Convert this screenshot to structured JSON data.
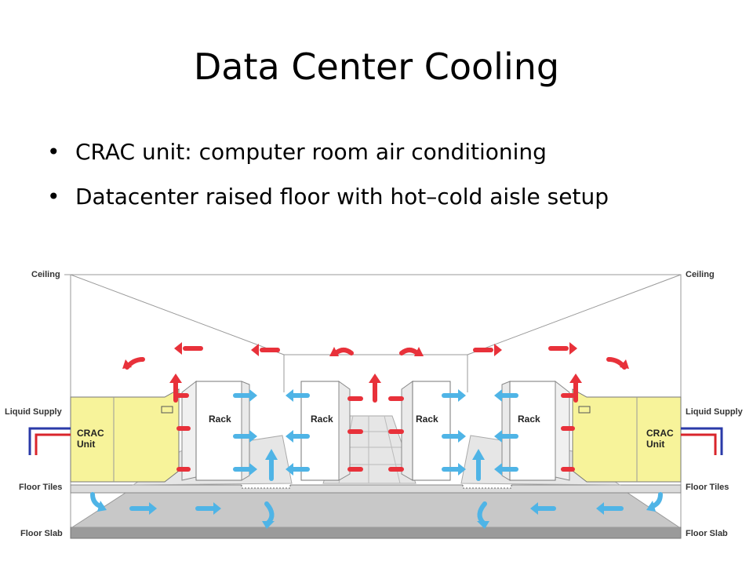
{
  "slide": {
    "title": "Data Center Cooling",
    "bullets": [
      "CRAC unit:  computer room air conditioning",
      "Datacenter raised floor with hot–cold aisle setup"
    ]
  },
  "diagram": {
    "labels": {
      "ceiling_left": "Ceiling",
      "ceiling_right": "Ceiling",
      "liquid_supply_left": "Liquid Supply",
      "liquid_supply_right": "Liquid Supply",
      "floor_tiles_left": "Floor Tiles",
      "floor_tiles_right": "Floor Tiles",
      "floor_slab_left": "Floor Slab",
      "floor_slab_right": "Floor Slab"
    },
    "crac_left": [
      "CRAC",
      "Unit"
    ],
    "crac_right": [
      "CRAC",
      "Unit"
    ],
    "racks": [
      "Rack",
      "Rack",
      "Rack",
      "Rack"
    ],
    "colors": {
      "hot_air": "#e8313a",
      "cold_air": "#4fb4e6",
      "crac_fill": "#f7f39a",
      "pipe_red": "#d9252b",
      "pipe_blue": "#2a3aa8",
      "slab": "#b3b3b3",
      "floor_tiles": "#e6e6e6"
    }
  }
}
